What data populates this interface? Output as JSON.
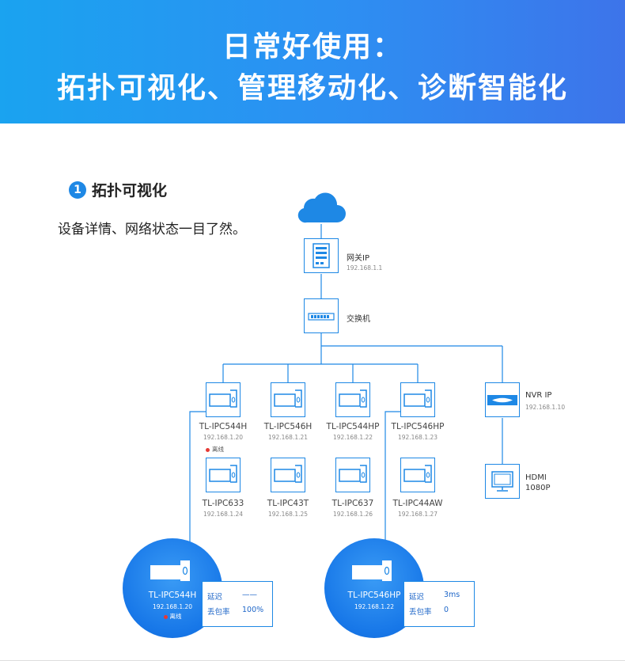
{
  "banner": {
    "line1": "日常好使用：",
    "line2": "拓扑可视化、管理移动化、诊断智能化"
  },
  "section": {
    "number": "1",
    "title": "拓扑可视化",
    "description": "设备详情、网络状态一目了然。"
  },
  "gateway": {
    "label": "网关IP",
    "ip": "192.168.1.1"
  },
  "switch": {
    "label": "交换机"
  },
  "nvr": {
    "label": "NVR IP",
    "ip": "192.168.1.10"
  },
  "hdmi": {
    "line1": "HDMI",
    "line2": "1080P"
  },
  "cameras": [
    {
      "name": "TL-IPC544H",
      "ip": "192.168.1.20",
      "status": "离线"
    },
    {
      "name": "TL-IPC546H",
      "ip": "192.168.1.21"
    },
    {
      "name": "TL-IPC544HP",
      "ip": "192.168.1.22"
    },
    {
      "name": "TL-IPC546HP",
      "ip": "192.168.1.23"
    },
    {
      "name": "TL-IPC633",
      "ip": "192.168.1.24"
    },
    {
      "name": "TL-IPC43T",
      "ip": "192.168.1.25"
    },
    {
      "name": "TL-IPC637",
      "ip": "192.168.1.26"
    },
    {
      "name": "TL-IPC44AW",
      "ip": "192.168.1.27"
    }
  ],
  "details": [
    {
      "name": "TL-IPC544H",
      "ip": "192.168.1.20",
      "status": "离线",
      "latency_label": "延迟",
      "latency_value": "——",
      "loss_label": "丢包率",
      "loss_value": "100%"
    },
    {
      "name": "TL-IPC546HP",
      "ip": "192.168.1.22",
      "latency_label": "延迟",
      "latency_value": "3ms",
      "loss_label": "丢包率",
      "loss_value": "0"
    }
  ],
  "colors": {
    "accent": "#1e88e5",
    "banner_start": "#1aa3f0",
    "banner_end": "#3d74ea",
    "offline_dot": "#e53935"
  }
}
